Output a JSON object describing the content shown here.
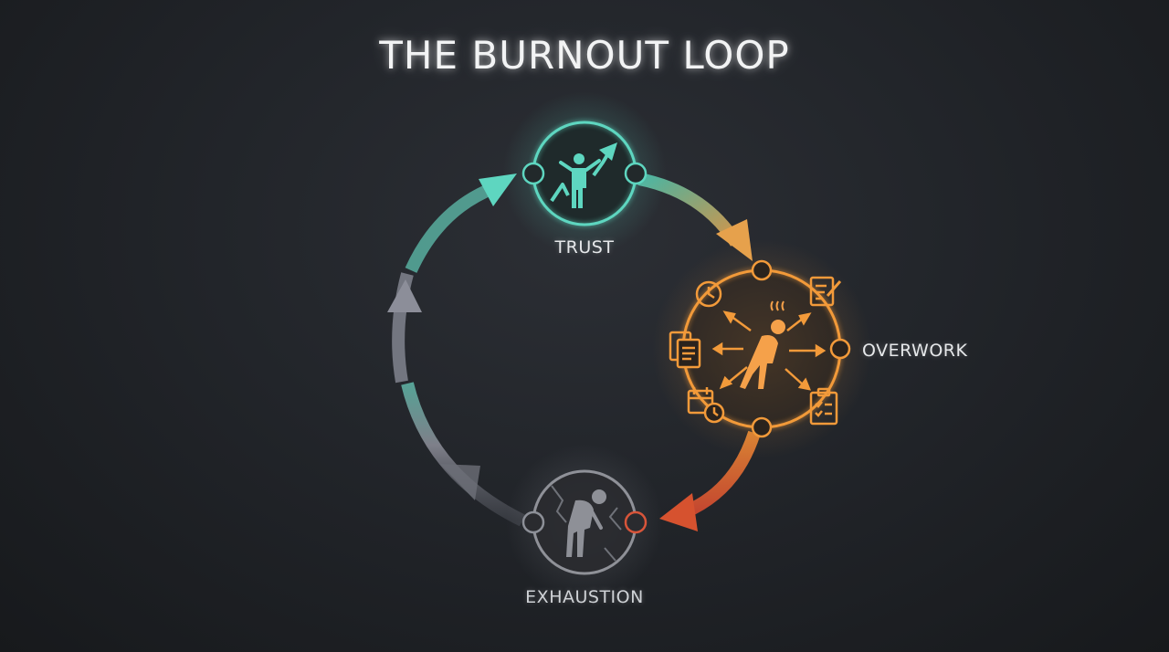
{
  "title": "THE BURNOUT LOOP",
  "nodes": {
    "trust": {
      "label": "TRUST",
      "icon": "person-growth-icon",
      "color": "#5ed6c0"
    },
    "overwork": {
      "label": "OVERWORK",
      "icon": "stressed-person-icon",
      "color": "#f29a3a"
    },
    "exhaustion": {
      "label": "EXHAUSTION",
      "icon": "exhausted-person-icon",
      "color": "#9a9ca3"
    }
  },
  "colors": {
    "background": "#1e2024",
    "trust_teal": "#5ed6c0",
    "overwork_orange": "#f29a3a",
    "exhaustion_red": "#d8553a",
    "exhaustion_gray": "#8d9098"
  }
}
